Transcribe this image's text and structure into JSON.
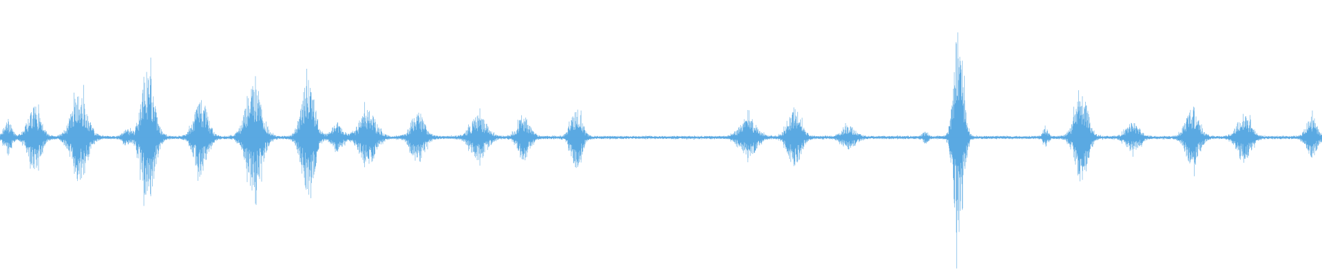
{
  "waveform": {
    "color": "#5aa9e2",
    "baseline_fraction": 0.5,
    "bursts": [
      {
        "center": 0.006,
        "width": 0.006,
        "amp": 0.055
      },
      {
        "center": 0.026,
        "width": 0.01,
        "amp": 0.11
      },
      {
        "center": 0.06,
        "width": 0.012,
        "amp": 0.16
      },
      {
        "center": 0.096,
        "width": 0.006,
        "amp": 0.025
      },
      {
        "center": 0.112,
        "width": 0.01,
        "amp": 0.24
      },
      {
        "center": 0.152,
        "width": 0.01,
        "amp": 0.14
      },
      {
        "center": 0.192,
        "width": 0.012,
        "amp": 0.2
      },
      {
        "center": 0.233,
        "width": 0.01,
        "amp": 0.21
      },
      {
        "center": 0.255,
        "width": 0.008,
        "amp": 0.05
      },
      {
        "center": 0.278,
        "width": 0.012,
        "amp": 0.1
      },
      {
        "center": 0.316,
        "width": 0.01,
        "amp": 0.09
      },
      {
        "center": 0.362,
        "width": 0.012,
        "amp": 0.08
      },
      {
        "center": 0.396,
        "width": 0.009,
        "amp": 0.08
      },
      {
        "center": 0.436,
        "width": 0.008,
        "amp": 0.11
      },
      {
        "center": 0.566,
        "width": 0.012,
        "amp": 0.07
      },
      {
        "center": 0.601,
        "width": 0.01,
        "amp": 0.1
      },
      {
        "center": 0.642,
        "width": 0.01,
        "amp": 0.04
      },
      {
        "center": 0.7,
        "width": 0.004,
        "amp": 0.02
      },
      {
        "center": 0.725,
        "width": 0.007,
        "amp": 0.4
      },
      {
        "center": 0.791,
        "width": 0.004,
        "amp": 0.03
      },
      {
        "center": 0.818,
        "width": 0.01,
        "amp": 0.16
      },
      {
        "center": 0.857,
        "width": 0.01,
        "amp": 0.05
      },
      {
        "center": 0.902,
        "width": 0.01,
        "amp": 0.11
      },
      {
        "center": 0.941,
        "width": 0.01,
        "amp": 0.09
      },
      {
        "center": 0.992,
        "width": 0.008,
        "amp": 0.07
      }
    ],
    "noise_floor": 0.006
  }
}
